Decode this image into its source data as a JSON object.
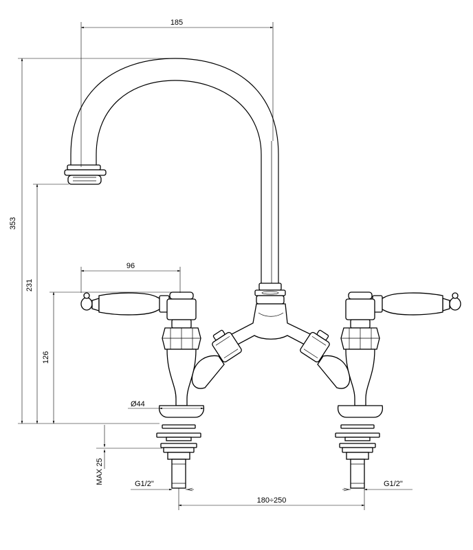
{
  "dimensions": {
    "spout_reach": "185",
    "total_height": "353",
    "spout_height": "231",
    "handle_height": "126",
    "handle_span": "96",
    "base_diameter": "Ø44",
    "max_deck_thickness": "MAX 25",
    "thread_left": "G1/2\"",
    "thread_right": "G1/2\"",
    "centers": "180÷250"
  }
}
